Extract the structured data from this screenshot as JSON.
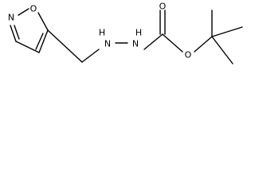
{
  "structure": {
    "atoms": {
      "n_ring": "N",
      "o_ring": "O",
      "nh_1": "H",
      "n_1": "N",
      "nh_2": "H",
      "n_2": "N",
      "o_carbonyl": "O",
      "o_ester": "O"
    }
  },
  "colors": {
    "bond": "#000000",
    "label": "#000000",
    "background": "#ffffff"
  }
}
